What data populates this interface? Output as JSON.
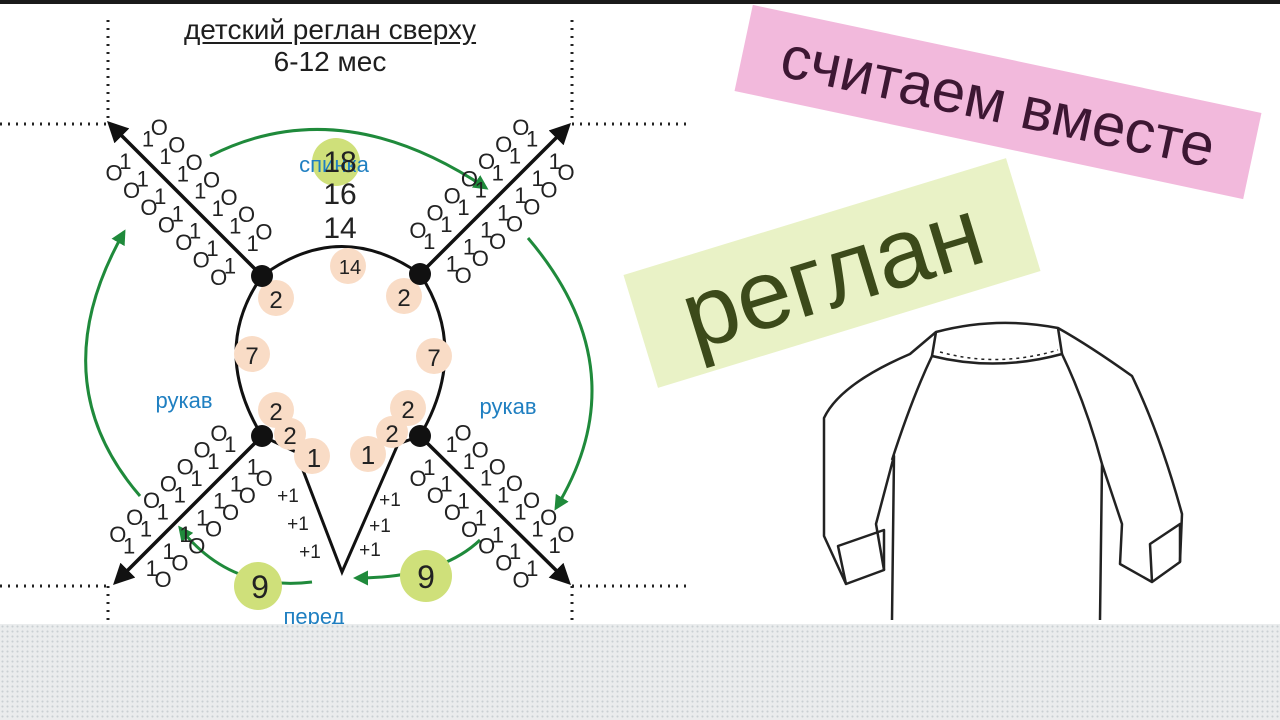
{
  "title": {
    "line1": "детский реглан сверху",
    "line2": "6-12 мес"
  },
  "banners": {
    "pink": "считаем вместе",
    "green": "реглан"
  },
  "diagram": {
    "labels": {
      "back": "спинка",
      "sleeve_left": "рукав",
      "sleeve_right": "рукав",
      "front": "перед"
    },
    "stitch_counts": {
      "back_stack": [
        "18",
        "16",
        "14"
      ],
      "back_neck": "14",
      "sleeve_top_left": "2",
      "sleeve_top_right": "2",
      "sleeve_side_left": "7",
      "sleeve_side_right": "7",
      "sleeve_bottom_left": "2",
      "sleeve_bottom_right": "2",
      "front_shoulder_left": "2",
      "front_shoulder_right": "2",
      "front_neck_left": "1",
      "front_neck_right": "1",
      "front_final_left": "9",
      "front_final_right": "9"
    },
    "increments": [
      "+1",
      "+1",
      "+1"
    ],
    "stitch_symbols": {
      "yarn_over": "O",
      "raglan": "1"
    }
  },
  "colors": {
    "arrow_green": "#1f8a3b",
    "label_blue": "#1f7fc1",
    "circle_peach": "#f9dcc6",
    "circle_green": "#cfe07a",
    "banner_pink": "#f2b9dc",
    "banner_green": "#e9f2c6"
  }
}
